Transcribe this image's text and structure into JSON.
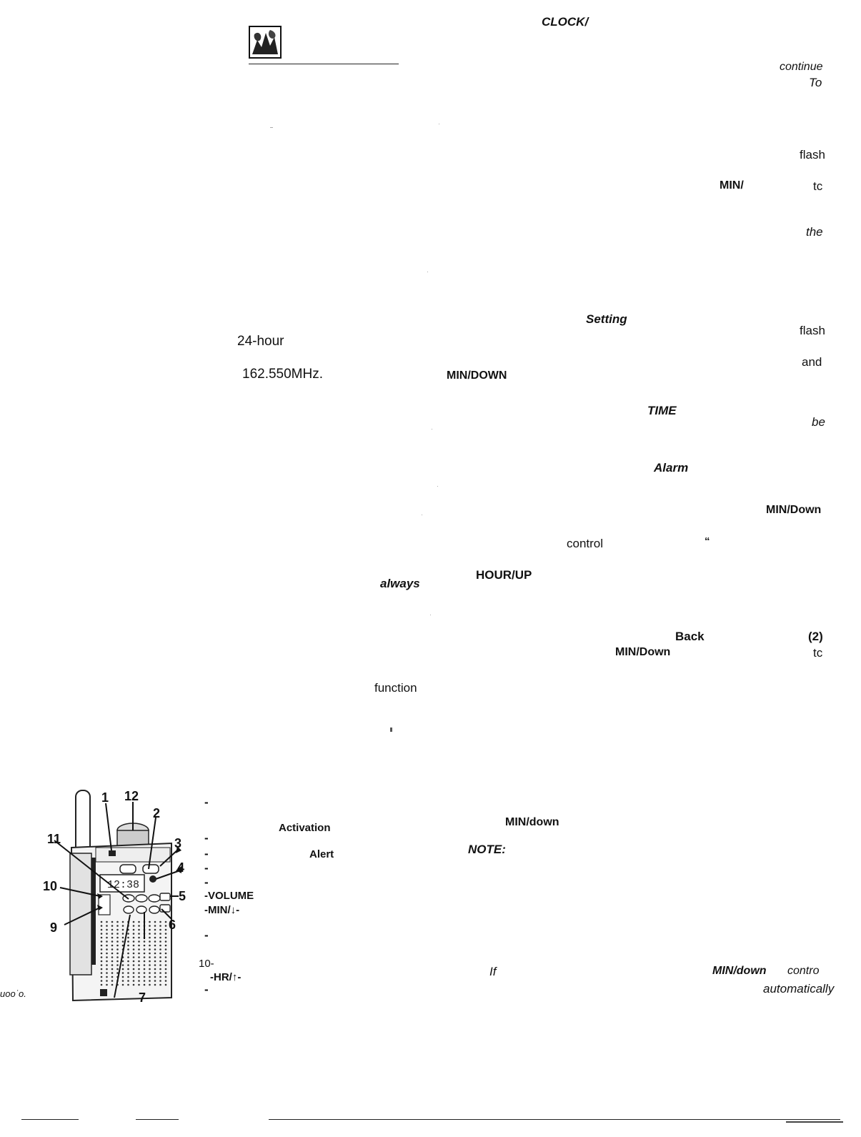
{
  "page": {
    "header_word": "CLOCK/",
    "logo_name": "logo-icon"
  },
  "left_column": {
    "text_24hour": "24-hour",
    "text_freq": "162.550MHz.",
    "text_always": "always",
    "text_function": "function",
    "margin_text": "uoo˙o."
  },
  "middle_column": {
    "min_down_caps": "MIN/DOWN",
    "setting": "Setting",
    "time_caps": "TIME",
    "alarm": "Alarm",
    "control": "control",
    "quote_mark": "“",
    "hour_up": "HOUR/UP",
    "back": "Back",
    "min_down_mixed": "MIN/Down",
    "min_down_lower": "MIN/down",
    "note": "NOTE:",
    "if_word": "If",
    "min_down_italic": "MIN/down"
  },
  "right_column": {
    "continue": "continue",
    "to_1": "To",
    "flash_1": "flash",
    "min_slash": "MIN/",
    "tc_1": "tc",
    "the": "the",
    "flash_2": "flash",
    "and": "and",
    "be": "be",
    "min_down_r": "MIN/Down",
    "two": "(2)",
    "tc_2": "tc",
    "control_r": "contro",
    "automatically": "automatically"
  },
  "legend": {
    "activation": "Activation",
    "alert": "Alert",
    "volume": "-VOLUME",
    "min_down": "-MIN/↓-",
    "ten": "10-",
    "hr_up": "-HR/↑-",
    "dash": "-"
  },
  "diagram_numbers": {
    "n1": "1",
    "n12": "12",
    "n2": "2",
    "n3": "3",
    "n4": "4",
    "n5": "5",
    "n6": "6",
    "n7": "7",
    "n9": "9",
    "n10": "10",
    "n11": "11",
    "lcd_time": "12:38"
  }
}
